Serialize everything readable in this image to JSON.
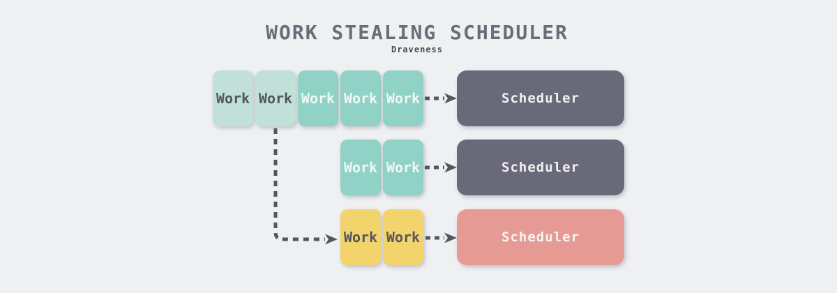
{
  "header": {
    "title": "WORK STEALING SCHEDULER",
    "subtitle": "Draveness"
  },
  "colors": {
    "background": "#eef0f2",
    "work_light_teal": "#c0e0d8",
    "work_teal": "#90d2c6",
    "work_yellow": "#f3d46c",
    "scheduler_gray": "#69697a",
    "scheduler_salmon": "#e59b94",
    "text_dark": "#54555f",
    "text_light": "#f2f6f5",
    "arrow": "#54555f",
    "title_text": "#6b6c77",
    "subtitle_text": "#3f4e57"
  },
  "icons": {
    "arrow_style": "dashed-arrow-icon"
  },
  "rows": [
    {
      "name": "run-queue-1",
      "works": [
        {
          "label": "Work",
          "variant": "light"
        },
        {
          "label": "Work",
          "variant": "light"
        },
        {
          "label": "Work",
          "variant": "teal"
        },
        {
          "label": "Work",
          "variant": "teal"
        },
        {
          "label": "Work",
          "variant": "teal"
        }
      ],
      "scheduler": {
        "label": "Scheduler",
        "variant": "gray"
      }
    },
    {
      "name": "run-queue-2",
      "works": [
        {
          "label": "Work",
          "variant": "teal"
        },
        {
          "label": "Work",
          "variant": "teal"
        }
      ],
      "scheduler": {
        "label": "Scheduler",
        "variant": "gray"
      }
    },
    {
      "name": "run-queue-3",
      "works": [
        {
          "label": "Work",
          "variant": "yellow"
        },
        {
          "label": "Work",
          "variant": "yellow"
        }
      ],
      "scheduler": {
        "label": "Scheduler",
        "variant": "salmon"
      }
    }
  ]
}
